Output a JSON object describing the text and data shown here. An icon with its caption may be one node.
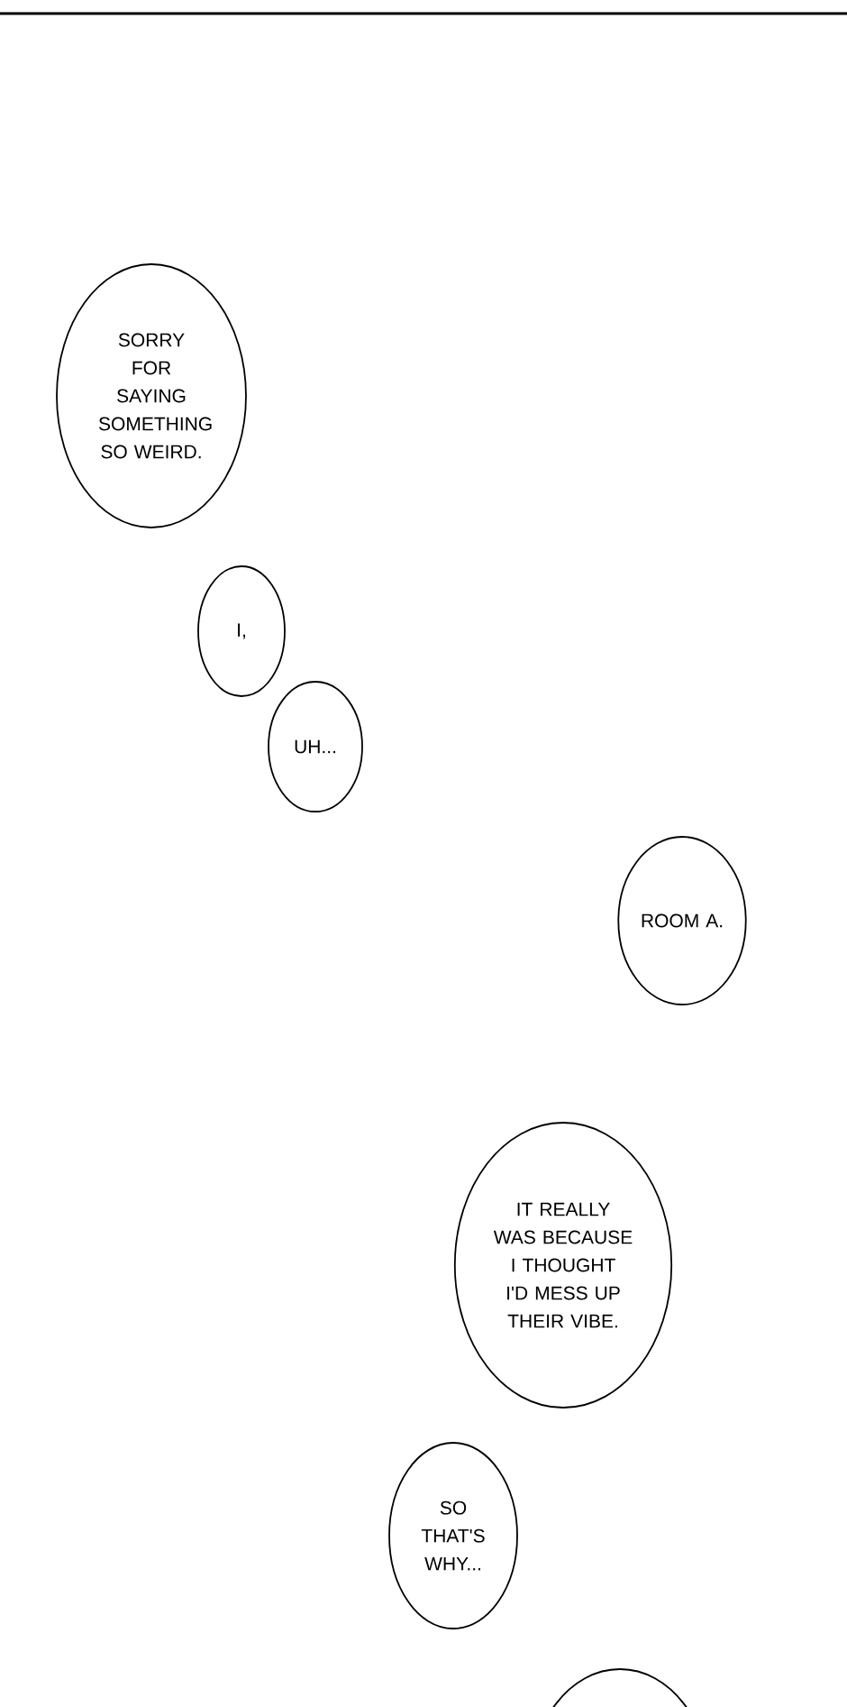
{
  "diagram": {
    "nodes": [
      {
        "text": [
          "SORRY FOR SAYING SOMETHING SO WEIRD."
        ]
      },
      {
        "text": [
          "I,"
        ]
      },
      {
        "text": [
          "UH..."
        ]
      },
      {
        "text": [
          "ROOM A."
        ]
      },
      {
        "text": [
          "IT REALLY WAS BECAUSE I THOUGHT I'D MESS UP THEIR VIBE."
        ]
      },
      {
        "text": [
          "SO THAT'S WHY..."
        ]
      },
      {
        "text": [],
        "shape": "circle"
      }
    ]
  }
}
